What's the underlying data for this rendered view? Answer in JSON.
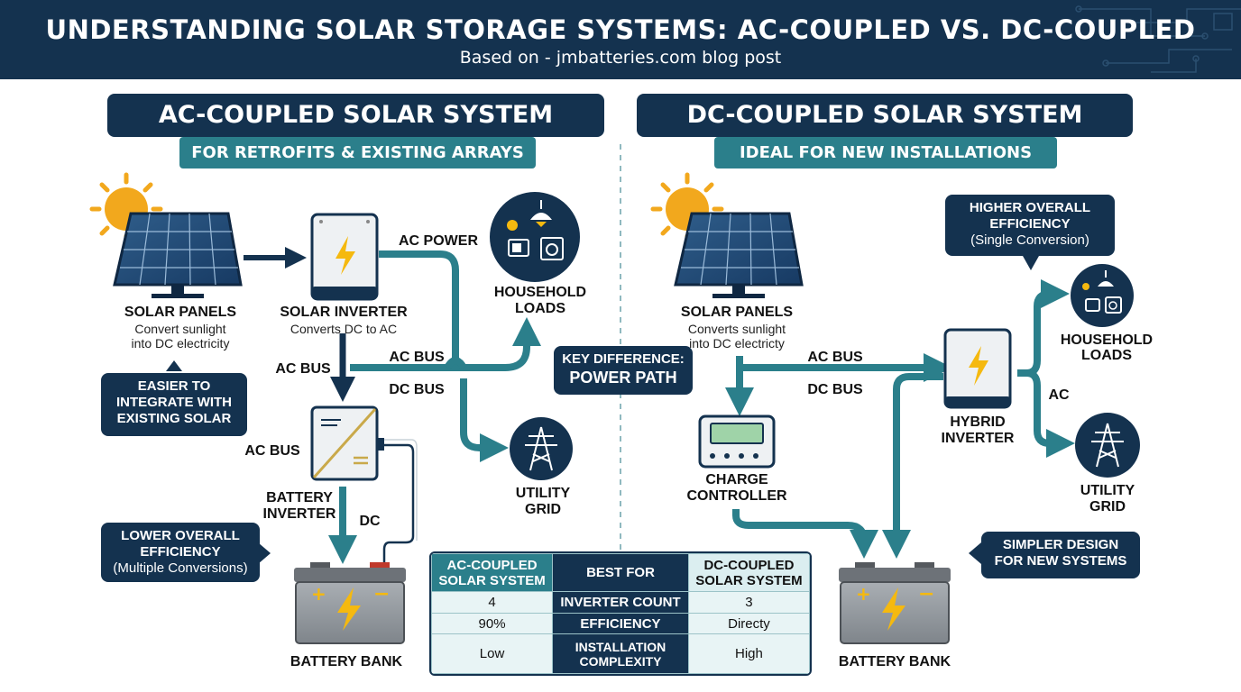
{
  "header": {
    "title": "UNDERSTANDING SOLAR STORAGE SYSTEMS: AC-COUPLED VS. DC-COUPLED",
    "subtitle": "Based on - jmbatteries.com blog post"
  },
  "ac": {
    "title": "AC-COUPLED SOLAR SYSTEM",
    "subtitle": "FOR RETROFITS & EXISTING ARRAYS",
    "solar_label": "SOLAR PANELS",
    "solar_desc_1": "Convert sunlight",
    "solar_desc_2": "into DC electricity",
    "inverter_label": "SOLAR INVERTER",
    "inverter_desc": "Converts DC to AC",
    "ac_power": "AC POWER",
    "household_1": "HOUSEHOLD",
    "household_2": "LOADS",
    "ac_bus_left": "AC BUS",
    "ac_bus_mid": "AC BUS",
    "dc_bus_mid": "DC BUS",
    "ac_bus_lower": "AC BUS",
    "battery_inverter_1": "BATTERY",
    "battery_inverter_2": "INVERTER",
    "dc_label": "DC",
    "utility_1": "UTILITY",
    "utility_2": "GRID",
    "battery_label": "BATTERY BANK",
    "callout_easier_1": "EASIER TO",
    "callout_easier_2": "INTEGRATE WITH",
    "callout_easier_3": "EXISTING SOLAR",
    "callout_lower_1": "LOWER OVERALL",
    "callout_lower_2": "EFFICIENCY",
    "callout_lower_3": "(Multiple Conversions)"
  },
  "key_difference": {
    "line1": "KEY DIFFERENCE:",
    "line2": "POWER PATH"
  },
  "dc": {
    "title": "DC-COUPLED SOLAR SYSTEM",
    "subtitle": "IDEAL FOR NEW INSTALLATIONS",
    "solar_label": "SOLAR PANELS",
    "solar_desc_1": "Converts sunlight",
    "solar_desc_2": "into DC electricty",
    "ac_bus": "AC BUS",
    "dc_bus": "DC BUS",
    "charge_1": "CHARGE",
    "charge_2": "CONTROLLER",
    "hybrid_1": "HYBRID",
    "hybrid_2": "INVERTER",
    "ac_label": "AC",
    "household_1": "HOUSEHOLD",
    "household_2": "LOADS",
    "utility_1": "UTILITY",
    "utility_2": "GRID",
    "battery_label": "BATTERY BANK",
    "callout_higher_1": "HIGHER OVERALL",
    "callout_higher_2": "EFFICIENCY",
    "callout_higher_3": "(Single Conversion)",
    "callout_simpler_1": "SIMPLER DESIGN",
    "callout_simpler_2": "FOR NEW SYSTEMS"
  },
  "table": {
    "header": {
      "left_1": "AC-COUPLED",
      "left_2": "SOLAR SYSTEM",
      "mid": "BEST FOR",
      "right_1": "DC-COUPLED",
      "right_2": "SOLAR SYSTEM"
    },
    "rows": [
      {
        "left": "4",
        "mid": "INVERTER COUNT",
        "right": "3"
      },
      {
        "left": "90%",
        "mid": "EFFICIENCY",
        "right": "Directy"
      },
      {
        "left": "Low",
        "mid": "INSTALLATION COMPLEXITY",
        "right": "High"
      }
    ]
  },
  "colors": {
    "navy": "#14324f",
    "teal": "#2b7f8b",
    "sun": "#f2a81d",
    "bolt": "#f5b90f"
  }
}
